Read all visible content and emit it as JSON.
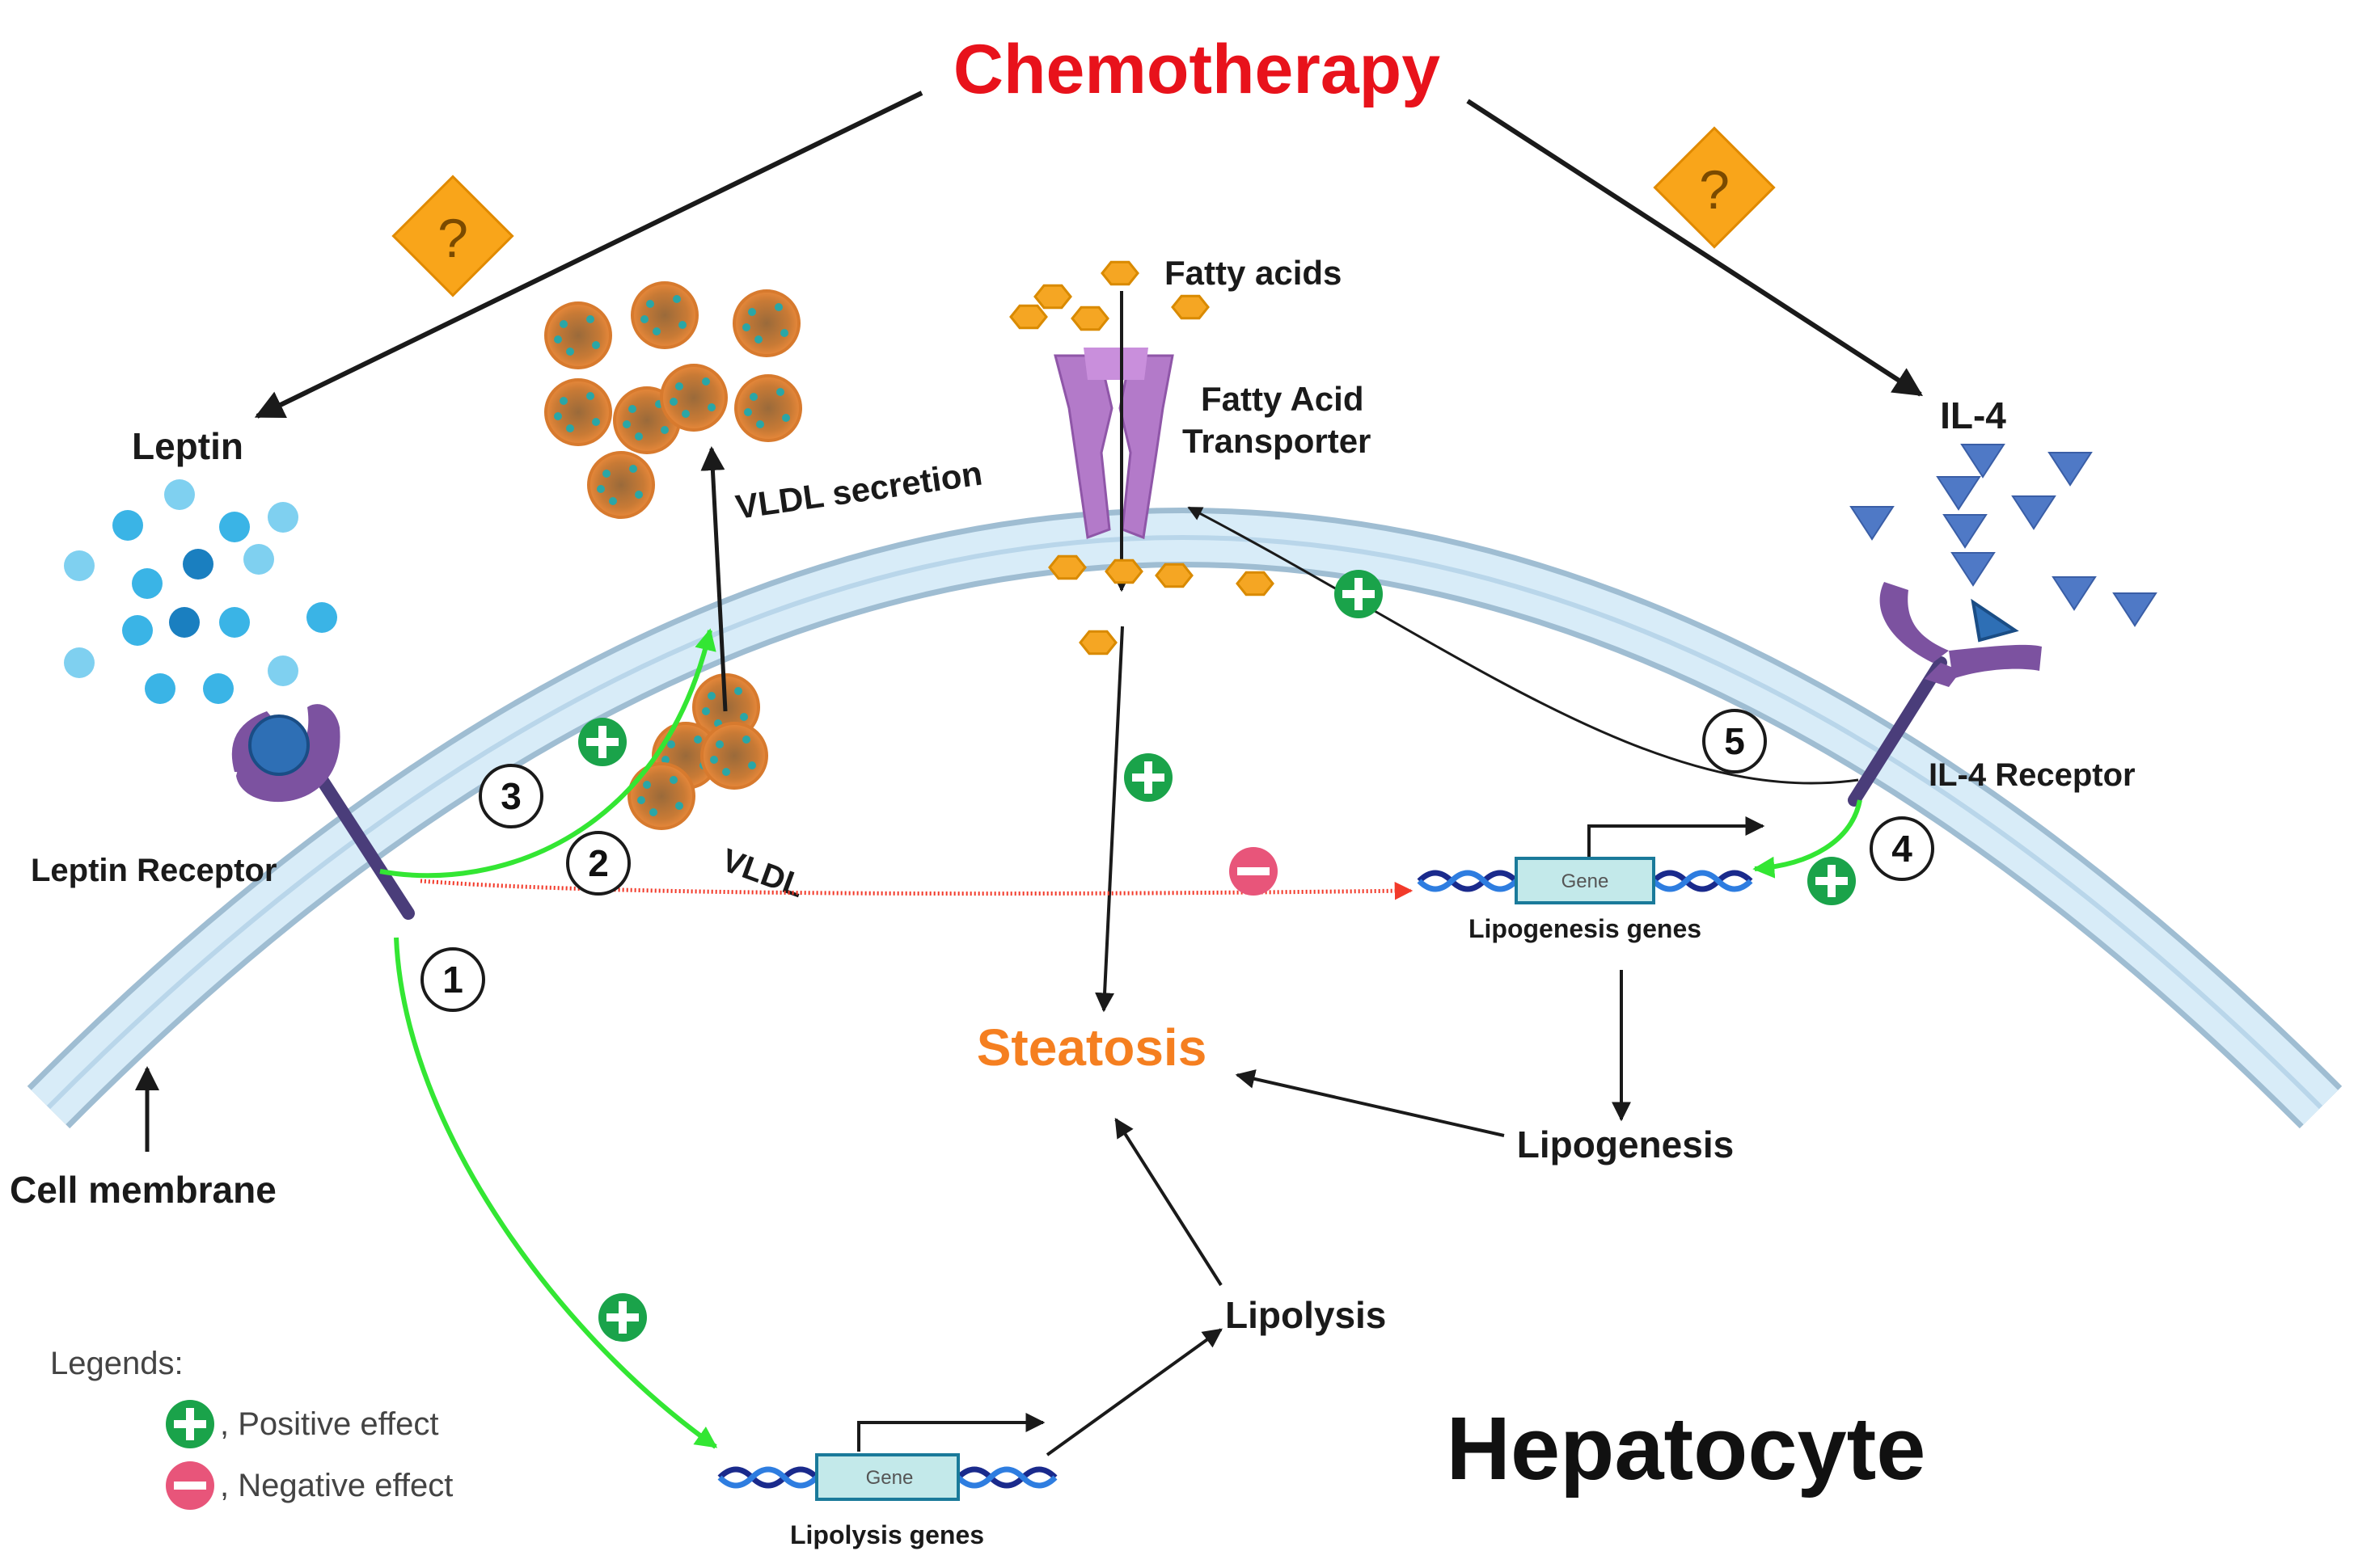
{
  "title": "Chemotherapy",
  "unknown_symbol": "?",
  "cell_name": "Hepatocyte",
  "labels": {
    "leptin": "Leptin",
    "leptin_receptor": "Leptin Receptor",
    "cell_membrane": "Cell membrane",
    "vldl_secretion": "VLDL secretion",
    "vldl": "VLDL",
    "fatty_acids": "Fatty acids",
    "fatty_acid_transporter_line1": "Fatty Acid",
    "fatty_acid_transporter_line2": "Transporter",
    "il4": "IL-4",
    "il4_receptor": "IL-4 Receptor",
    "steatosis": "Steatosis",
    "lipogenesis_genes": "Lipogenesis genes",
    "lipogenesis": "Lipogenesis",
    "lipolysis": "Lipolysis",
    "lipolysis_genes": "Lipolysis genes",
    "gene": "Gene"
  },
  "pathway_numbers": [
    "1",
    "2",
    "3",
    "4",
    "5"
  ],
  "legend": {
    "title": "Legends:",
    "positive": ", Positive effect",
    "negative": ", Negative effect"
  },
  "colors": {
    "title": "#e8121b",
    "steatosis": "#f57f20",
    "positive": "#1aa34a",
    "negative": "#e8557a",
    "activation_arrow": "#33e633",
    "inhibition_arrow": "#f23a2a",
    "membrane": "#d8ecf8",
    "membrane_edge": "#9fbdd2",
    "leptin": "#3ab4e6",
    "il4": "#4f79c6",
    "receptor": "#7c52a0",
    "fatty_acid": "#f5a623",
    "question_box": "#f9a51a"
  }
}
